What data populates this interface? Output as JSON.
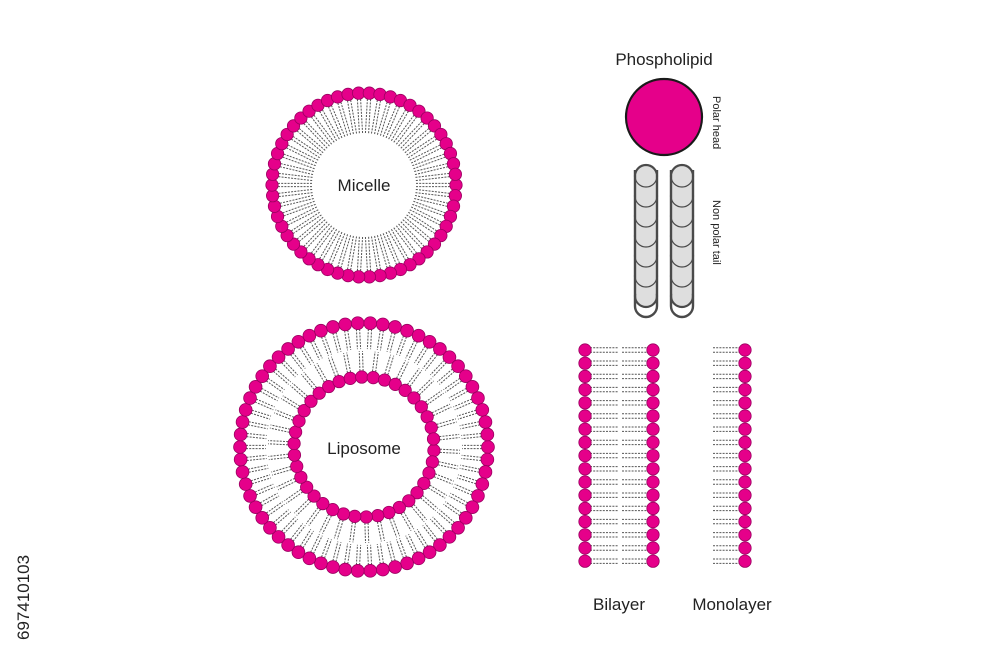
{
  "labels": {
    "micelle": "Micelle",
    "liposome": "Liposome",
    "phospholipid": "Phospholipid",
    "polar_head": "Polar head",
    "non_polar_tail": "Non polar tail",
    "bilayer": "Bilayer",
    "monolayer": "Monolayer"
  },
  "stock_id": "697410103",
  "colors": {
    "head": "#e5008a",
    "head_stroke": "#9a0060",
    "tail_fill": "#dedede",
    "tail_stroke": "#4a4a4a",
    "line": "#555555"
  }
}
